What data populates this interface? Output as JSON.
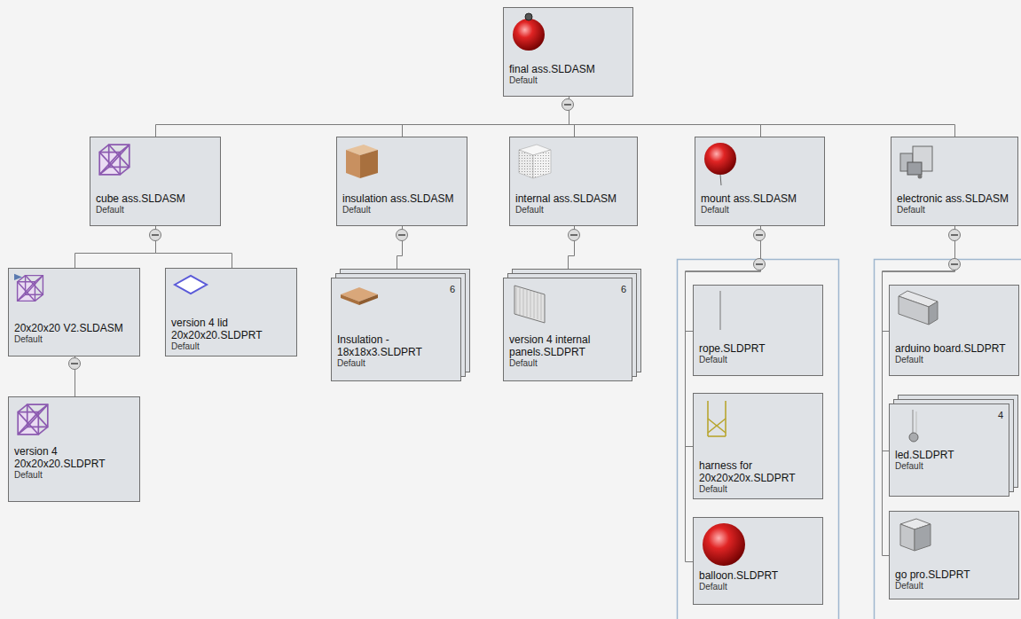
{
  "diagram": {
    "nodes": [
      {
        "text": [
          "final ass.SLDASM",
          "Default"
        ]
      },
      {
        "text": [
          "cube ass.SLDASM",
          "Default"
        ]
      },
      {
        "text": [
          "insulation ass.SLDASM",
          "Default"
        ]
      },
      {
        "text": [
          "internal ass.SLDASM",
          "Default"
        ]
      },
      {
        "text": [
          "mount ass.SLDASM",
          "Default"
        ]
      },
      {
        "text": [
          "electronic ass.SLDASM",
          "Default"
        ]
      },
      {
        "text": [
          "20x20x20 V2.SLDASM",
          "Default"
        ]
      },
      {
        "text": [
          "version 4 lid 20x20x20.SLDPRT",
          "Default"
        ]
      },
      {
        "text": [
          "version 4 20x20x20.SLDPRT",
          "Default"
        ]
      },
      {
        "text": [
          "Insulation - 18x18x3.SLDPRT",
          "Default",
          "6"
        ]
      },
      {
        "text": [
          "version 4 internal panels.SLDPRT",
          "Default",
          "6"
        ]
      },
      {
        "text": [
          "rope.SLDPRT",
          "Default"
        ]
      },
      {
        "text": [
          "harness for 20x20x20x.SLDPRT",
          "Default"
        ]
      },
      {
        "text": [
          "balloon.SLDPRT",
          "Default"
        ]
      },
      {
        "text": [
          "arduino board.SLDPRT",
          "Default"
        ]
      },
      {
        "text": [
          "led.SLDPRT",
          "Default",
          "4"
        ]
      },
      {
        "text": [
          "go pro.SLDPRT",
          "Default"
        ]
      }
    ],
    "edges": [
      {
        "from": 0,
        "to": 1,
        "arrow": "none"
      },
      {
        "from": 0,
        "to": 2,
        "arrow": "none"
      },
      {
        "from": 0,
        "to": 3,
        "arrow": "none"
      },
      {
        "from": 0,
        "to": 4,
        "arrow": "none"
      },
      {
        "from": 0,
        "to": 5,
        "arrow": "none"
      },
      {
        "from": 1,
        "to": 6,
        "arrow": "none"
      },
      {
        "from": 1,
        "to": 7,
        "arrow": "none"
      },
      {
        "from": 6,
        "to": 8,
        "arrow": "none"
      },
      {
        "from": 2,
        "to": 9,
        "arrow": "none"
      },
      {
        "from": 3,
        "to": 10,
        "arrow": "none"
      },
      {
        "from": 4,
        "to": 11,
        "arrow": "none"
      },
      {
        "from": 4,
        "to": 12,
        "arrow": "none"
      },
      {
        "from": 4,
        "to": 13,
        "arrow": "none"
      },
      {
        "from": 5,
        "to": 14,
        "arrow": "none"
      },
      {
        "from": 5,
        "to": 15,
        "arrow": "none"
      },
      {
        "from": 5,
        "to": 16,
        "arrow": "none"
      }
    ]
  }
}
